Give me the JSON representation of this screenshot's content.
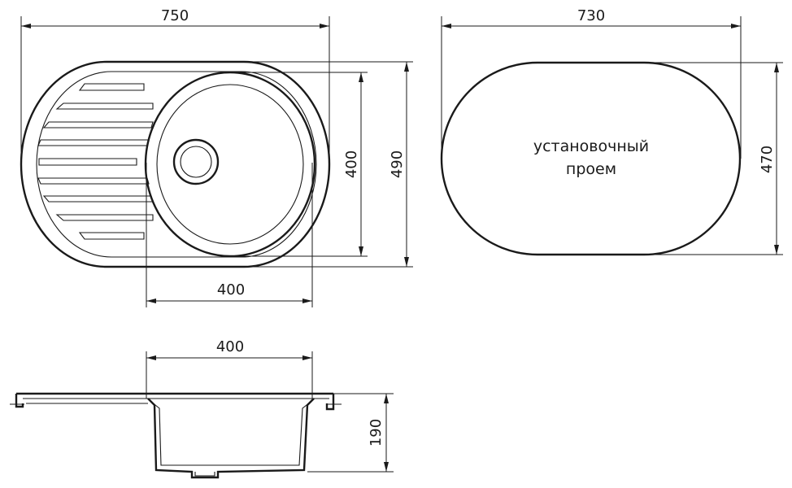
{
  "dimensions": {
    "overall_width": "750",
    "cutout_width": "730",
    "bowl_height": "400",
    "overall_height": "490",
    "cutout_height": "470",
    "bowl_width": "400",
    "side_bowl_width": "400",
    "depth": "190"
  },
  "cutout_label": {
    "line1": "установочный",
    "line2": "проем"
  },
  "colors": {
    "line": "#1a1a1a",
    "background": "#ffffff"
  }
}
